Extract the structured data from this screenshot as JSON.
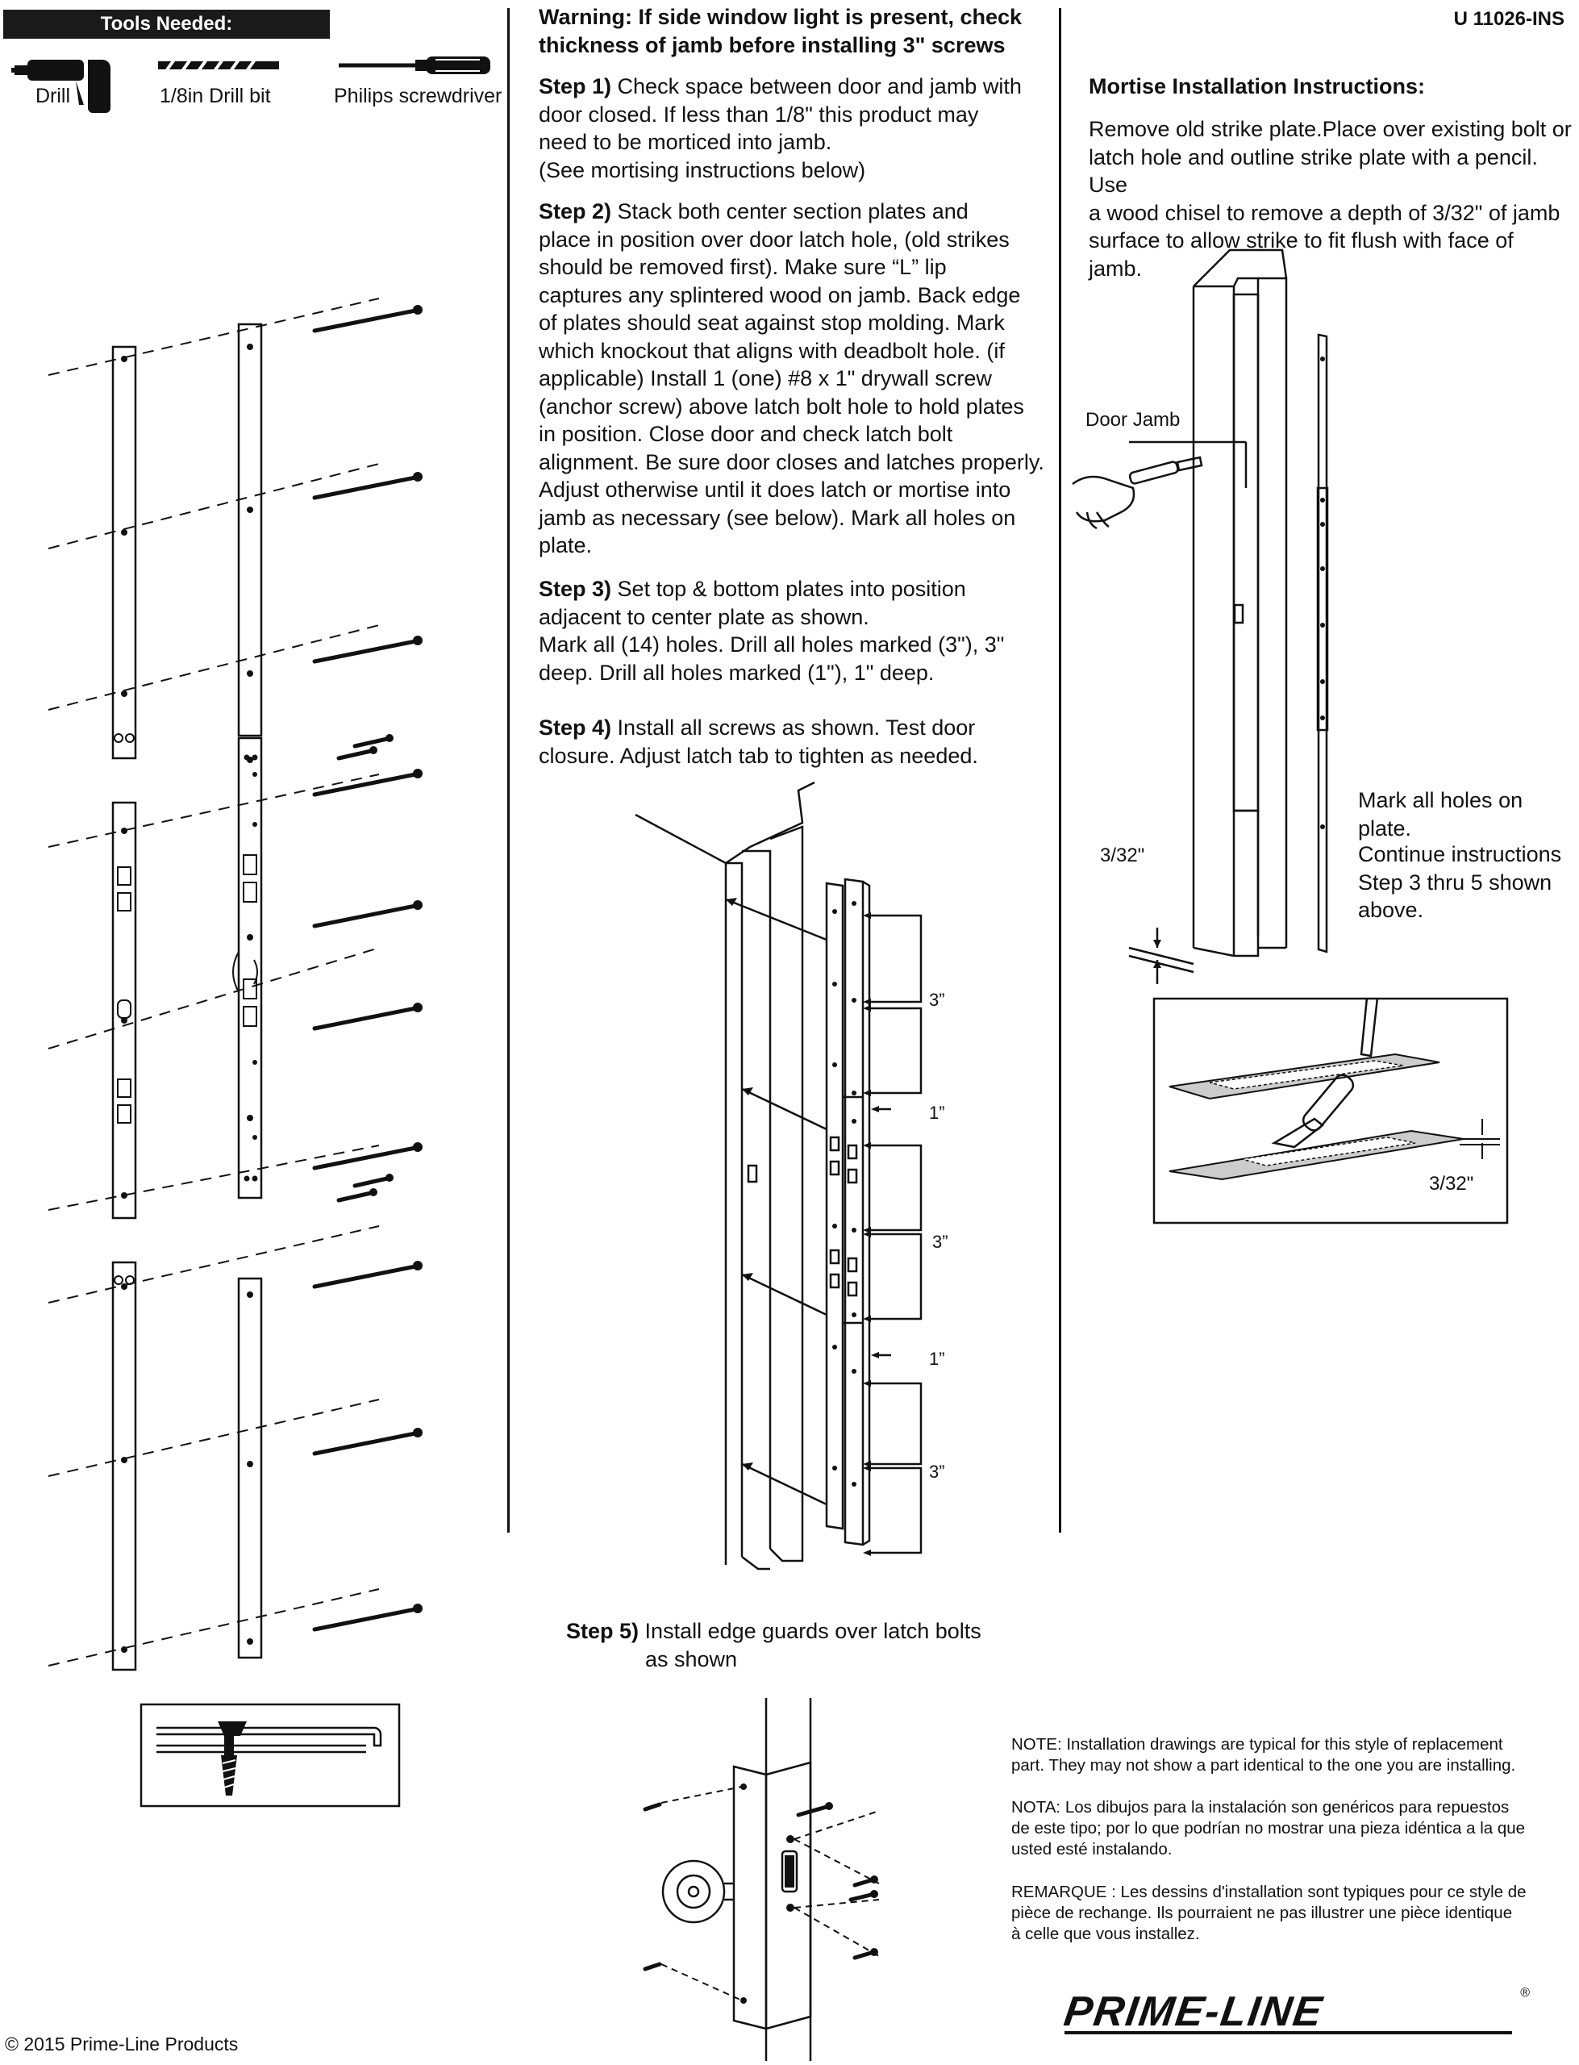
{
  "doc_code": "U 11026-INS",
  "tools": {
    "header": "Tools Needed:",
    "items": [
      "Drill",
      "1/8in Drill bit",
      "Philips screwdriver"
    ]
  },
  "warning": [
    "Warning: If side window light is present, check",
    "thickness of jamb before installing 3\" screws"
  ],
  "steps": {
    "s1": {
      "label": "Step 1)",
      "lines": [
        "Check space between door and jamb with",
        "door closed. If less than 1/8\" this product may",
        "need to be morticed into jamb.",
        "(See mortising instructions below)"
      ]
    },
    "s2": {
      "label": "Step 2)",
      "lines": [
        "Stack both center section plates and",
        "place in position over door latch hole, (old strikes",
        "should be removed first). Make sure “L” lip",
        "captures any splintered wood on jamb. Back edge",
        "of plates should seat against stop molding. Mark",
        "which knockout that aligns with deadbolt hole. (if",
        "applicable) Install 1 (one) #8 x 1\" drywall screw",
        "(anchor screw) above latch bolt hole to hold plates",
        "in position. Close door and check latch bolt",
        "alignment. Be sure door closes and latches properly.",
        "Adjust otherwise until it does latch or mortise into",
        "jamb as necessary (see below). Mark all holes on",
        "plate."
      ]
    },
    "s3": {
      "label": "Step 3)",
      "lines": [
        "Set top & bottom plates into position",
        "adjacent to center plate as shown.",
        "Mark all (14) holes. Drill all holes marked (3\"), 3\"",
        "deep. Drill all holes marked (1\"), 1\" deep."
      ]
    },
    "s4": {
      "label": "Step 4)",
      "lines": [
        "Install all screws as shown. Test door",
        "closure. Adjust latch tab to tighten as needed."
      ]
    },
    "s5": {
      "label": "Step 5)",
      "lines": [
        "Install edge guards over latch bolts",
        "as shown"
      ]
    }
  },
  "dimensions": {
    "three_in": "3”",
    "one_in": "1”",
    "depth": "3/32\""
  },
  "mortise": {
    "title": "Mortise Installation Instructions:",
    "lines": [
      "Remove old strike plate.Place over existing bolt or",
      "latch hole and outline strike plate with a pencil. Use",
      "a wood chisel to remove a depth of 3/32\" of jamb",
      "surface to allow strike to fit flush with face of jamb."
    ],
    "door_jamb_label": "Door Jamb",
    "mark_holes": "Mark all holes on plate.",
    "continue": [
      "Continue instructions",
      "Step 3 thru 5 shown",
      "above."
    ]
  },
  "notes": {
    "en": [
      "NOTE: Installation drawings are typical for this style of replacement",
      "part. They may not show a part identical to the one you are installing."
    ],
    "es": [
      "NOTA: Los dibujos para la instalación son genéricos para repuestos",
      "de este tipo; por lo que podrían no mostrar una pieza idéntica a la que",
      "usted esté instalando."
    ],
    "fr": [
      "REMARQUE : Les dessins d'installation sont typiques pour ce style de",
      "pièce de rechange.  Ils pourraient ne pas illustrer une pièce identique",
      "à celle que vous installez."
    ]
  },
  "brand": "PRIME-LINE",
  "copyright": "© 2015 Prime-Line Products"
}
